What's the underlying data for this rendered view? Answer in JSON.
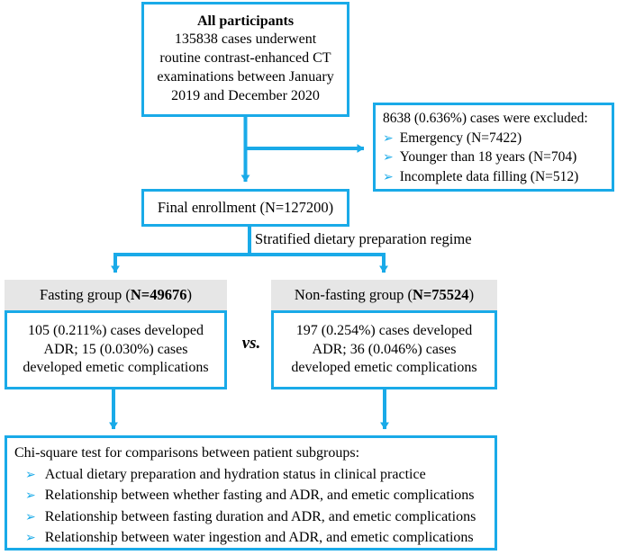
{
  "diagram": {
    "title": "Study participant flow diagram",
    "accent_color": "#19AAE8",
    "header_fill_color": "#E6E6E6",
    "bullet_glyph": "➢"
  },
  "all_participants": {
    "heading": "All participants",
    "lines": [
      "135838 cases underwent",
      "routine contrast-enhanced CT",
      "examinations between January",
      "2019 and December 2020"
    ]
  },
  "excluded": {
    "heading": "8638 (0.636%) cases were excluded:",
    "items": [
      "Emergency (N=7422)",
      "Younger than 18 years (N=704)",
      "Incomplete data filling (N=512)"
    ]
  },
  "final_enrollment": {
    "label": "Final enrollment (N=127200)"
  },
  "stratification": {
    "label": "Stratified dietary preparation regime"
  },
  "comparison": {
    "vs_label": "vs."
  },
  "fasting_group": {
    "header_prefix": "Fasting group (",
    "header_value": "N=49676",
    "header_suffix": ")",
    "lines": [
      "105 (0.211%) cases developed",
      "ADR; 15 (0.030%) cases",
      "developed emetic complications"
    ]
  },
  "nonfasting_group": {
    "header_prefix": "Non-fasting group (",
    "header_value": "N=75524",
    "header_suffix": ")",
    "lines": [
      "197 (0.254%) cases developed",
      "ADR; 36 (0.046%) cases",
      "developed emetic complications"
    ]
  },
  "chi_square": {
    "heading": "Chi-square test for comparisons between patient subgroups:",
    "items": [
      "Actual dietary preparation and hydration status in clinical practice",
      "Relationship between whether fasting and ADR, and emetic complications",
      "Relationship between fasting duration and ADR, and emetic complications",
      "Relationship between water ingestion and ADR, and emetic complications"
    ]
  }
}
